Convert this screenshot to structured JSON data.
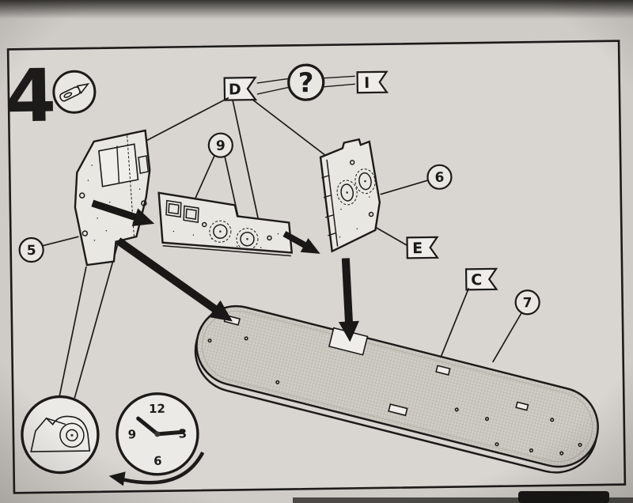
{
  "step": {
    "number": "4"
  },
  "flags": {
    "d": "D",
    "i": "I",
    "e": "E",
    "c": "C"
  },
  "query": {
    "mark": "?"
  },
  "callouts": {
    "part5": "5",
    "part6": "6",
    "part7": "7",
    "part9": "9"
  },
  "clock": {
    "n12": "12",
    "n3": "3",
    "n6": "6",
    "n9": "9"
  },
  "colors": {
    "paper": "#d6d3ce",
    "ink": "#1c1b19"
  },
  "icons": {
    "step_tool": "hobby-knife-icon",
    "adhesive": "tape-dispenser-icon",
    "wait": "clock-icon",
    "rotate": "rotate-arrow-icon"
  }
}
